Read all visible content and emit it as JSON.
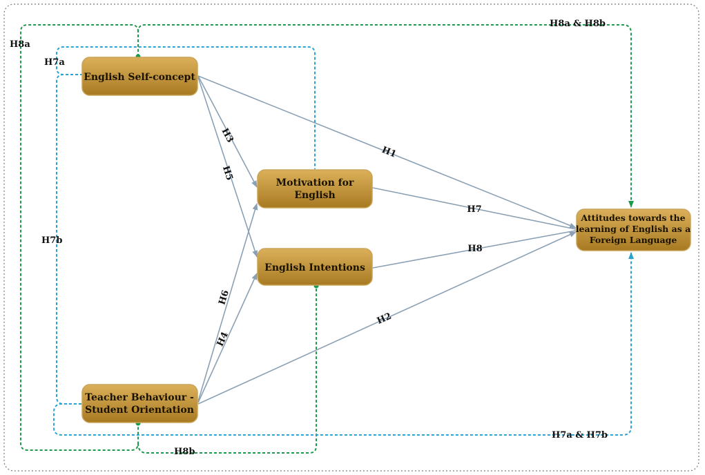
{
  "nodes": {
    "self_concept": "English Self-concept",
    "motivation_line1": "Motivation for",
    "motivation_line2": "English",
    "intentions": "English Intentions",
    "teacher_line1": "Teacher Behaviour -",
    "teacher_line2": "Student Orientation",
    "attitudes_line1": "Attitudes towards the",
    "attitudes_line2": "learning of English as a",
    "attitudes_line3": "Foreign Language"
  },
  "hypotheses": {
    "h1": "H1",
    "h2": "H2",
    "h3": "H3",
    "h4": "H4",
    "h5": "H5",
    "h6": "H6",
    "h7": "H7",
    "h8": "H8",
    "h7a": "H7a",
    "h7b": "H7b",
    "h8a": "H8a",
    "h8b": "H8b",
    "h8a_h8b": "H8a & H8b",
    "h7a_h7b": "H7a & H7b"
  },
  "colors": {
    "node_fill_light": "#d9ab4e",
    "node_fill_dark": "#a6781f",
    "direct_arrow": "#8aa0b4",
    "mediation_h8": "#1a9a4a",
    "mediation_h7": "#2aa2cf"
  }
}
